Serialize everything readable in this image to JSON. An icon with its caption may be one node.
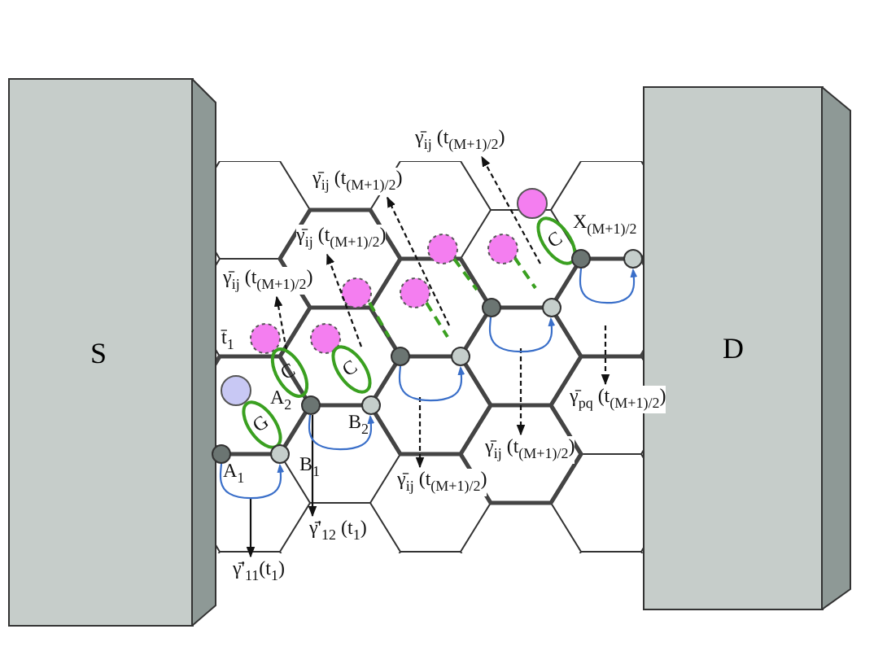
{
  "diagram": {
    "nodes": [
      {
        "text": [
          "S"
        ]
      },
      {
        "text": [
          "D"
        ]
      },
      {
        "text": [
          "γ̄$_{ij}$ (t$_{(M+1)/2}$)"
        ]
      },
      {
        "text": [
          "γ̄$_{ij}$ (t$_{(M+1)/2}$)"
        ]
      },
      {
        "text": [
          "γ̄$_{ij}$ (t$_{(M+1)/2}$)"
        ]
      },
      {
        "text": [
          "γ̄$_{ij}$ (t$_{(M+1)/2}$)"
        ]
      },
      {
        "text": [
          "γ̄$_{ij}$ (t$_{(M+1)/2}$)"
        ]
      },
      {
        "text": [
          "γ̄$_{ij}$ (t$_{(M+1)/2}$)"
        ]
      },
      {
        "text": [
          "γ̄$_{pq}$ (t$_{(M+1)/2}$)"
        ]
      },
      {
        "text": [
          "γ̄'$_{11}$(t$_{1}$)"
        ]
      },
      {
        "text": [
          "γ̄'$_{12}$ (t$_{1}$)"
        ]
      },
      {
        "text": [
          "G"
        ]
      },
      {
        "text": [
          "C"
        ]
      },
      {
        "text": [
          "C"
        ]
      },
      {
        "text": [
          "C"
        ]
      },
      {
        "text": [],
        "shape": "circle"
      },
      {
        "text": [],
        "shape": "circle"
      },
      {
        "text": [],
        "shape": "circle"
      },
      {
        "text": [],
        "shape": "circle"
      },
      {
        "text": [],
        "shape": "circle"
      },
      {
        "text": [],
        "shape": "circle"
      },
      {
        "text": [],
        "shape": "circle"
      },
      {
        "text": [],
        "shape": "circle"
      },
      {
        "text": [],
        "shape": "circle"
      },
      {
        "text": [],
        "shape": "circle"
      }
    ],
    "edges": [
      {
        "from": 14,
        "to": 2,
        "arrow": "to",
        "style": "dashed"
      },
      {
        "from": null,
        "to": 3,
        "arrow": "to",
        "style": "dashed"
      },
      {
        "from": 13,
        "to": 4,
        "arrow": "to",
        "style": "dashed"
      },
      {
        "from": 12,
        "to": 5,
        "arrow": "to",
        "style": "dashed"
      },
      {
        "from": null,
        "to": 6,
        "arrow": "to",
        "style": "dashed"
      },
      {
        "from": null,
        "to": 7,
        "arrow": "to",
        "style": "dashed"
      },
      {
        "from": null,
        "to": 8,
        "arrow": "to",
        "style": "dashed"
      },
      {
        "from": null,
        "to": 9,
        "arrow": "to"
      },
      {
        "from": 17,
        "to": 10,
        "arrow": "to"
      },
      {
        "from": 15,
        "to": 16,
        "arrow": "to",
        "color": "#3a6fc9"
      },
      {
        "from": 17,
        "to": 18,
        "arrow": "to",
        "color": "#3a6fc9"
      },
      {
        "from": 19,
        "to": 20,
        "arrow": "to",
        "color": "#3a6fc9"
      },
      {
        "from": 21,
        "to": 22,
        "arrow": "to",
        "color": "#3a6fc9"
      },
      {
        "from": 23,
        "to": 24,
        "arrow": "to",
        "color": "#3a6fc9"
      }
    ],
    "labels": [
      "X$_{(M+1)/2}$",
      "t̄$_{1}$",
      "A$_{2}$",
      "B$_{2}$",
      "A$_{1}$",
      "B$_{1}$"
    ]
  }
}
